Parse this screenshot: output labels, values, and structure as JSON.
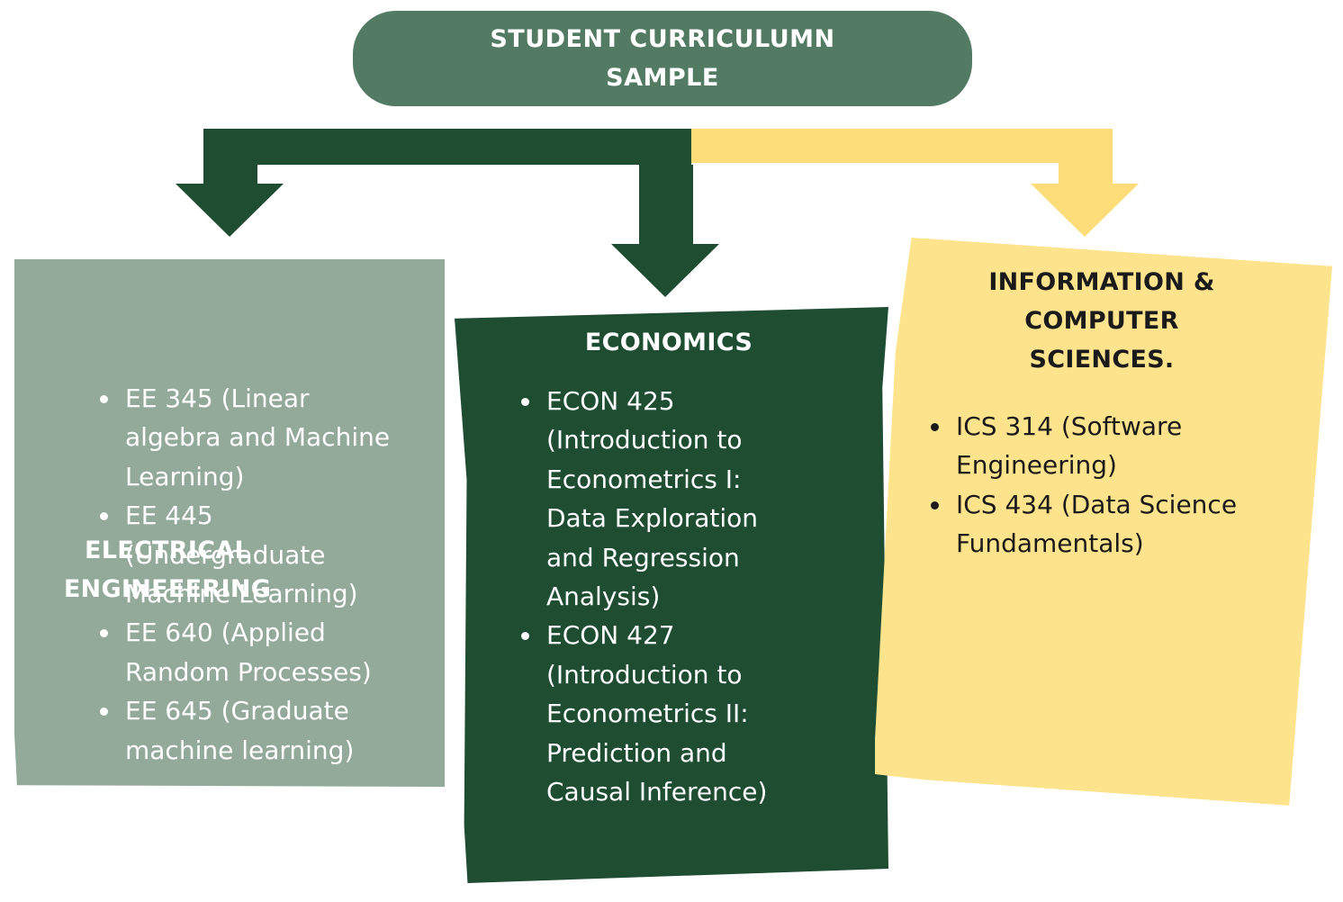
{
  "header": {
    "title": "STUDENT CURRICULUMN SAMPLE"
  },
  "colors": {
    "header_bg": "#537a62",
    "ee_bg": "#93a99a",
    "econ_bg": "#1e4d32",
    "ics_bg": "#fde38b",
    "arrow_dark": "#1e4d32",
    "arrow_yellow": "#fddc7a"
  },
  "departments": [
    {
      "title": "ELECTRICAL ENGINEEERING",
      "courses": [
        "EE 345 (Linear algebra and Machine Learning)",
        "EE 445 (Undergraduate Machine Learning)",
        "EE 640 (Applied Random Processes)",
        "EE 645 (Graduate machine learning)"
      ]
    },
    {
      "title": "ECONOMICS",
      "courses": [
        "ECON 425 (Introduction to Econometrics I: Data Exploration and Regression Analysis)",
        "ECON 427 (Introduction to Econometrics II: Prediction and Causal Inference)"
      ]
    },
    {
      "title": "INFORMATION & COMPUTER SCIENCES.",
      "courses": [
        "ICS 314 (Software Engineering)",
        "ICS 434 (Data Science Fundamentals)"
      ]
    }
  ]
}
